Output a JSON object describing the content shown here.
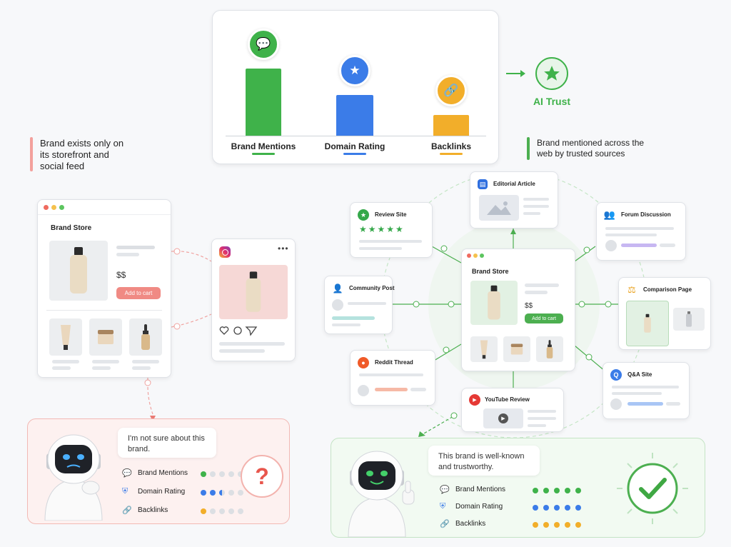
{
  "top_panel": {
    "bars": [
      {
        "label": "Brand Mentions",
        "icon": "chat-icon",
        "color": "#3fb24a",
        "level": 0.85
      },
      {
        "label": "Domain Rating",
        "icon": "shield-star-icon",
        "color": "#3b7ce8",
        "level": 0.52
      },
      {
        "label": "Backlinks",
        "icon": "link-icon",
        "color": "#f2ae2a",
        "level": 0.26
      }
    ],
    "result_label": "AI Trust"
  },
  "left_note": "Brand exists only on its storefront and social feed",
  "right_note": "Brand mentioned across the web by trusted sources",
  "left_store": {
    "title": "Brand Store",
    "price": "$$",
    "cta": "Add to cart"
  },
  "center_store": {
    "title": "Brand Store",
    "price": "$$",
    "cta": "Add to cart"
  },
  "social_card": {
    "platform_icon": "instagram-icon"
  },
  "sources": [
    {
      "label": "Editorial Article",
      "icon": "book-icon",
      "color": "#2f6fdf"
    },
    {
      "label": "Review Site",
      "icon": "star-badge-icon",
      "color": "#35a84a"
    },
    {
      "label": "Forum Discussion",
      "icon": "people-icon",
      "color": "#7c5ee0"
    },
    {
      "label": "Community Post",
      "icon": "users-icon",
      "color": "#2aa3a3"
    },
    {
      "label": "Comparison Page",
      "icon": "scales-icon",
      "color": "#e9a21f"
    },
    {
      "label": "Reddit Thread",
      "icon": "reddit-icon",
      "color": "#f05a28"
    },
    {
      "label": "Q&A Site",
      "icon": "qa-icon",
      "color": "#3b7ce8"
    },
    {
      "label": "YouTube Review",
      "icon": "youtube-icon",
      "color": "#e53935"
    }
  ],
  "left_result": {
    "speech": "I'm not sure about this brand.",
    "metrics": [
      {
        "label": "Brand Mentions",
        "filled": 1,
        "total": 5,
        "color": "#3fb24a",
        "icon": "chat-icon"
      },
      {
        "label": "Domain Rating",
        "filled": 2.5,
        "total": 5,
        "color": "#3b7ce8",
        "icon": "shield-icon"
      },
      {
        "label": "Backlinks",
        "filled": 1,
        "total": 5,
        "color": "#f2ae2a",
        "icon": "link-icon"
      }
    ],
    "status_icon": "question-icon",
    "status_glyph": "?"
  },
  "right_result": {
    "speech": "This brand is well-known and trustworthy.",
    "metrics": [
      {
        "label": "Brand Mentions",
        "filled": 5,
        "total": 5,
        "color": "#3fb24a",
        "icon": "chat-icon"
      },
      {
        "label": "Domain Rating",
        "filled": 5,
        "total": 5,
        "color": "#3b7ce8",
        "icon": "shield-icon"
      },
      {
        "label": "Backlinks",
        "filled": 5,
        "total": 5,
        "color": "#f2ae2a",
        "icon": "link-icon"
      }
    ],
    "status_icon": "checkmark-icon"
  }
}
